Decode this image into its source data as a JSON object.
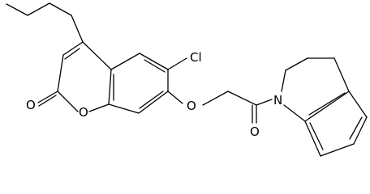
{
  "molecule": {
    "atoms": {
      "chlorine": "Cl",
      "carbonyl_oxygen_lactone": "O",
      "ring_oxygen": "O",
      "ether_oxygen": "O",
      "carbonyl_oxygen_amide": "O",
      "nitrogen": "N"
    },
    "colors": {
      "bond": "#000000",
      "label": "#000000",
      "background": "#ffffff"
    }
  }
}
